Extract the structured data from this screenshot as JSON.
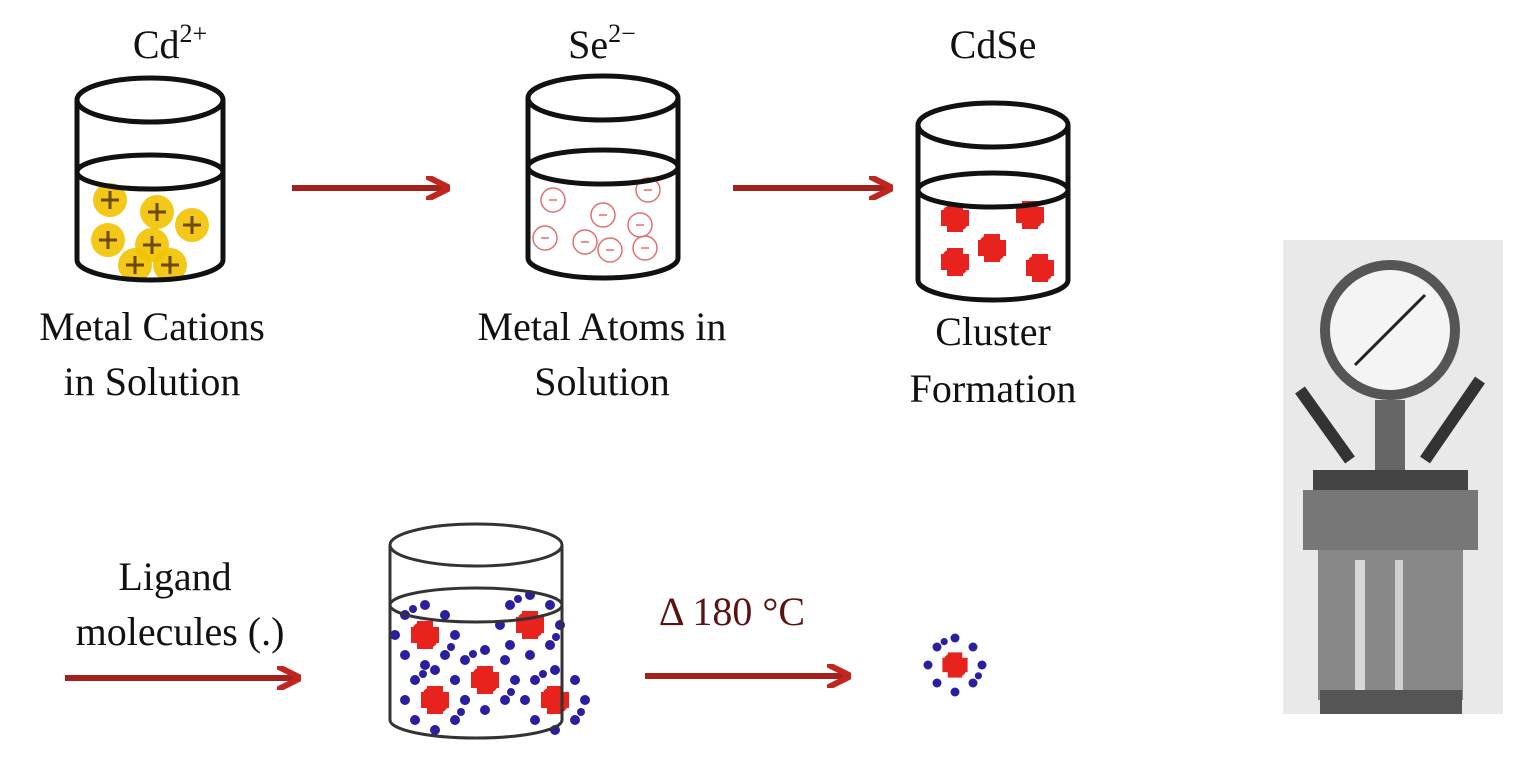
{
  "step1": {
    "species": "Cd",
    "charge": "2+",
    "label_line1": "Metal Cations",
    "label_line2": "in Solution"
  },
  "step2": {
    "species": "Se",
    "charge": "2−",
    "label_line1": "Metal Atoms in",
    "label_line2": "Solution"
  },
  "step3": {
    "species": "CdSe",
    "label_line1": "Cluster",
    "label_line2": "Formation"
  },
  "step4": {
    "label_line1": "Ligand",
    "label_line2": "molecules (.)"
  },
  "heating": {
    "label": "Δ 180 °C"
  },
  "colors": {
    "arrow": "#a3201c",
    "cation": "#f2c200",
    "cluster": "#e8231e",
    "ligand": "#2a1f9e"
  }
}
